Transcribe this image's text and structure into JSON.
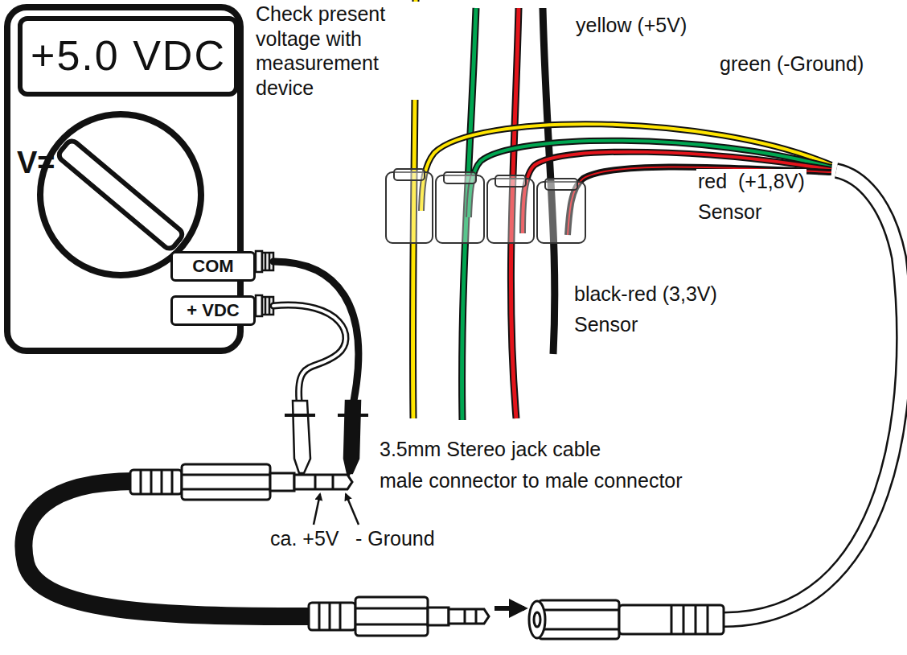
{
  "diagram": {
    "nodes": [
      {
        "text": [
          "V="
        ]
      },
      {
        "text": [
          "+5.0 VDC"
        ],
        "in": 0
      },
      {
        "text": [
          "COM"
        ],
        "in": 0
      },
      {
        "text": [
          "+ VDC"
        ],
        "in": 0
      }
    ],
    "labels": [
      "Check present voltage with measurement device",
      "yellow (+5V)",
      "green (-Ground)",
      "red  (+1,8V)",
      "Sensor",
      "black-red (3,3V)",
      "Sensor",
      "3.5mm Stereo jack cable",
      "male connector to male connector",
      "ca. +5V",
      "- Ground"
    ]
  }
}
